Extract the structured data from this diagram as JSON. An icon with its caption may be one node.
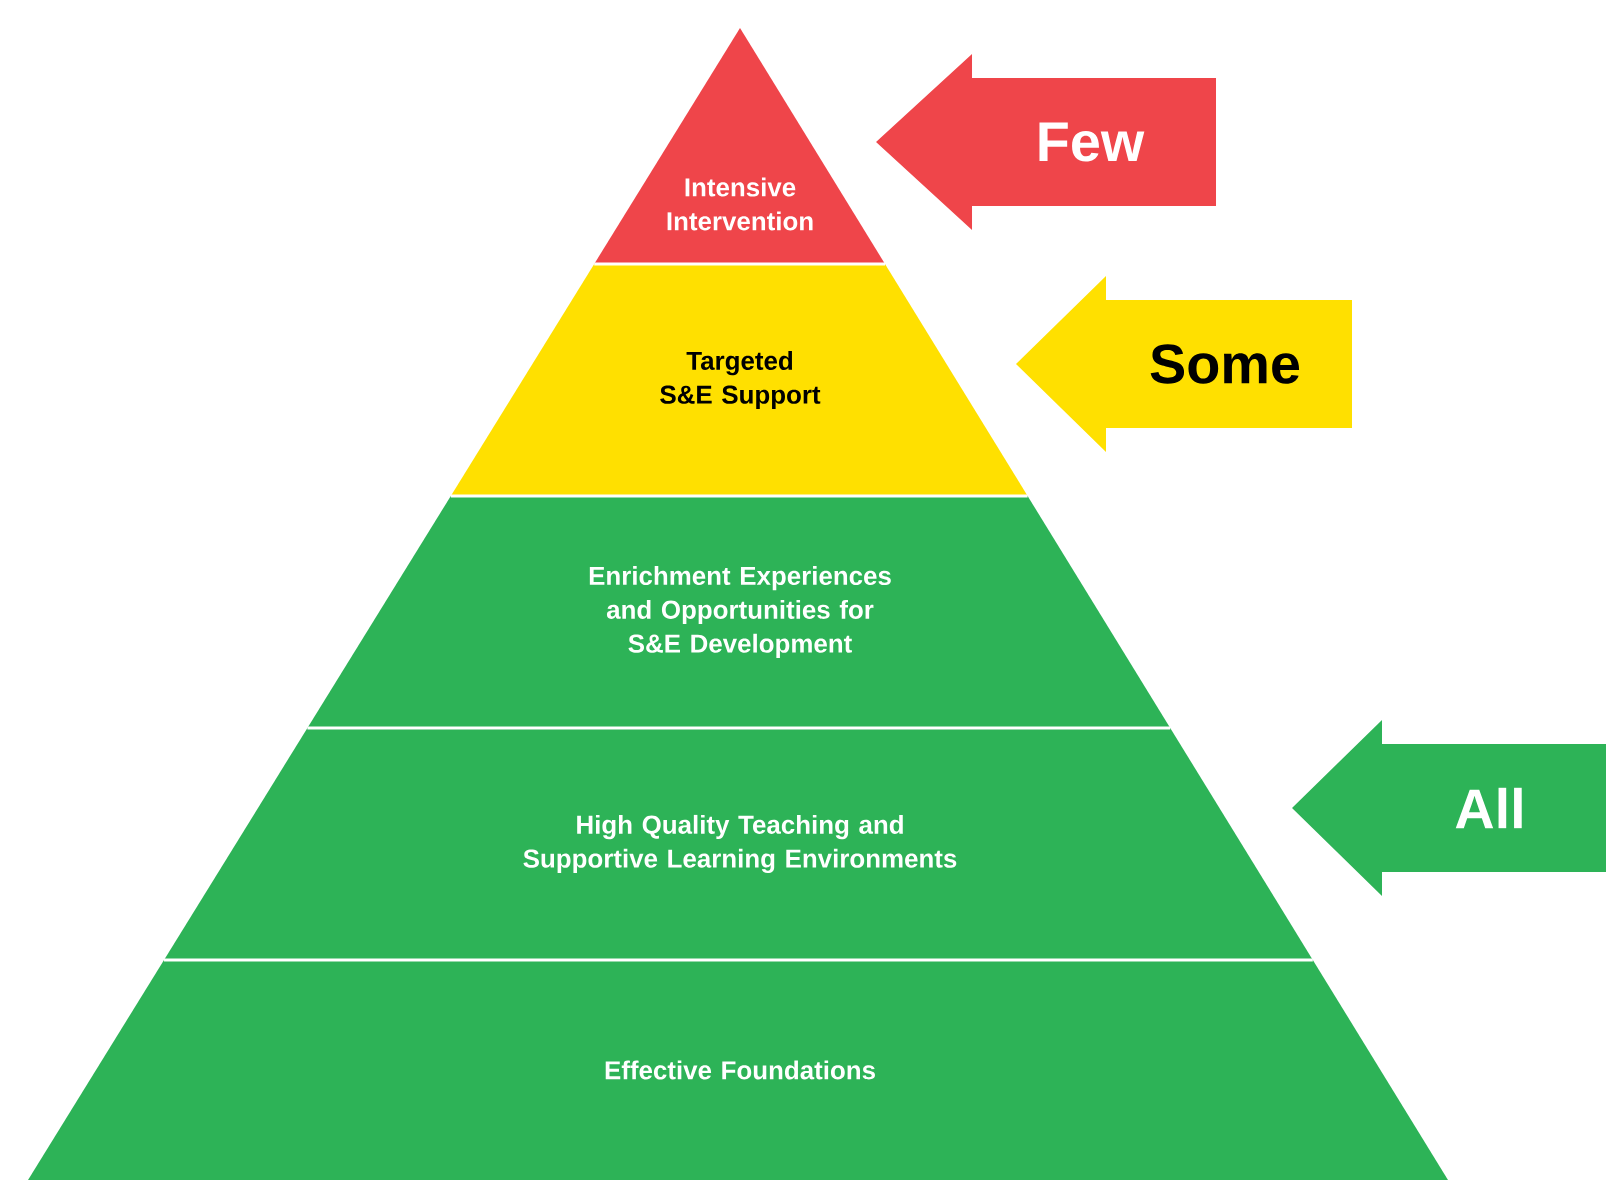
{
  "diagram": {
    "nodes": [
      {
        "text": [
          "Intensive Intervention"
        ]
      },
      {
        "text": [
          "Targeted S&E Support"
        ]
      },
      {
        "text": [
          "Enrichment Experiences and Opportunities for S&E Development"
        ]
      },
      {
        "text": [
          "High Quality Teaching and Supportive Learning Environments"
        ]
      },
      {
        "text": [
          "Effective Foundations"
        ]
      },
      {
        "text": [
          "Few"
        ]
      },
      {
        "text": [
          "Some"
        ]
      },
      {
        "text": [
          "All"
        ]
      }
    ]
  }
}
